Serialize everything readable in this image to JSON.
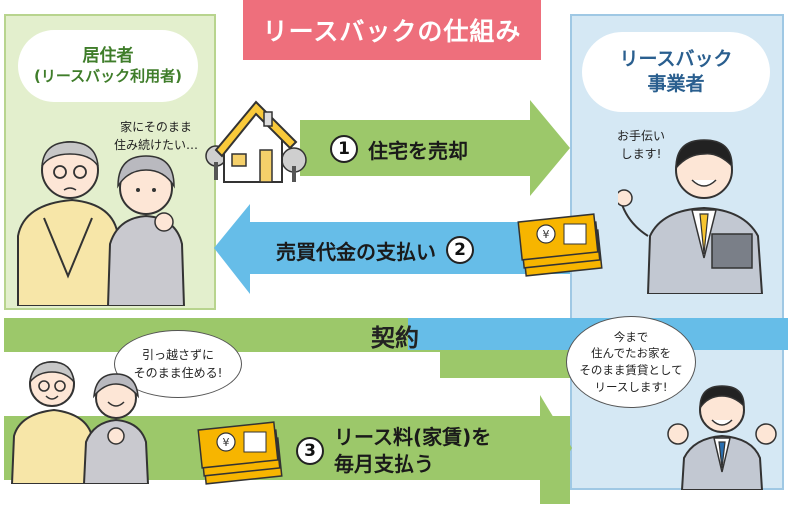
{
  "title": "リースバックの仕組み",
  "resident": {
    "line1": "居住者",
    "line2": "(リースバック利用者)"
  },
  "business": {
    "line1": "リースバック",
    "line2": "事業者"
  },
  "bubbles": {
    "resident_thought": [
      "家にそのまま",
      "住み続けたい…"
    ],
    "business_help": [
      "お手伝い",
      "します!"
    ],
    "resident_happy": [
      "引っ越さずに",
      "そのまま住める!"
    ],
    "business_lease": [
      "今まで",
      "住んでたお家を",
      "そのまま賃貸として",
      "リースします!"
    ]
  },
  "steps": [
    {
      "number": "1",
      "label": "住宅を売却"
    },
    {
      "number": "2",
      "label": "売買代金の支払い"
    },
    {
      "number": "3",
      "label_line1": "リース料(家賃)を",
      "label_line2": "毎月支払う"
    }
  ],
  "contract_label": "契約",
  "colors": {
    "title_bg": "#ee6f7c",
    "green_arrow": "#9cc86a",
    "blue_arrow": "#66bde8",
    "left_panel": "#e3efcd",
    "right_panel": "#d5e8f4",
    "money_gold": "#f7b500"
  }
}
